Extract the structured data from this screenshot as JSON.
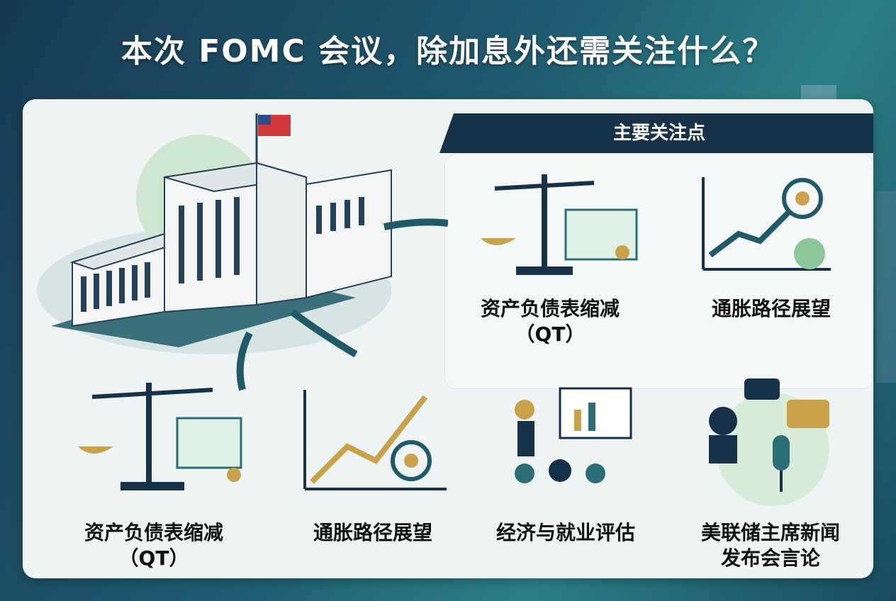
{
  "title": "本次 FOMC 会议，除加息外还需关注什么？",
  "focus_header": "主要关注点",
  "upper_items": [
    {
      "label_line1": "资产负债表缩减",
      "label_line2": "（QT）",
      "icon": "balance-scale-certificate-icon"
    },
    {
      "label_line1": "通胀路径展望",
      "label_line2": "",
      "icon": "rising-chart-target-icon"
    }
  ],
  "lower_items": [
    {
      "label_line1": "资产负债表缩减",
      "label_line2": "（QT）",
      "icon": "balance-scale-certificate-icon"
    },
    {
      "label_line1": "通胀路径展望",
      "label_line2": "",
      "icon": "rising-chart-target-icon"
    },
    {
      "label_line1": "经济与就业评估",
      "label_line2": "",
      "icon": "presenter-audience-icon"
    },
    {
      "label_line1": "美联储主席新闻",
      "label_line2": "发布会言论",
      "icon": "speaker-microphone-icon"
    }
  ],
  "colors": {
    "navy": "#16324a",
    "teal": "#2b6e78",
    "gold": "#c9a24a",
    "green": "#8cc79a"
  }
}
